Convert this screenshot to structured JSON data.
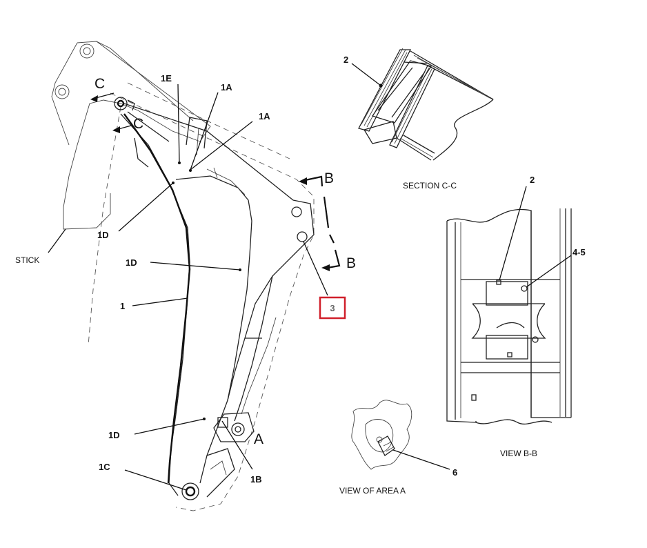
{
  "labels": {
    "stick": "STICK",
    "part_1": "1",
    "part_1A_top": "1A",
    "part_1A_mid": "1A",
    "part_1B": "1B",
    "part_1C": "1C",
    "part_1D_a": "1D",
    "part_1D_b": "1D",
    "part_1D_c": "1D",
    "part_1E": "1E",
    "part_2_section": "2",
    "part_2_view": "2",
    "part_3": "3",
    "part_4_5": "4-5",
    "part_6": "6",
    "section_c_top": "C",
    "section_c_bottom": "C",
    "section_b_top": "B",
    "section_b_bottom": "B",
    "area_a": "A"
  },
  "titles": {
    "section_cc": "SECTION C-C",
    "view_bb": "VIEW B-B",
    "view_area_a": "VIEW OF AREA A"
  },
  "colors": {
    "highlight": "#d01f2a",
    "line": "#111111"
  }
}
